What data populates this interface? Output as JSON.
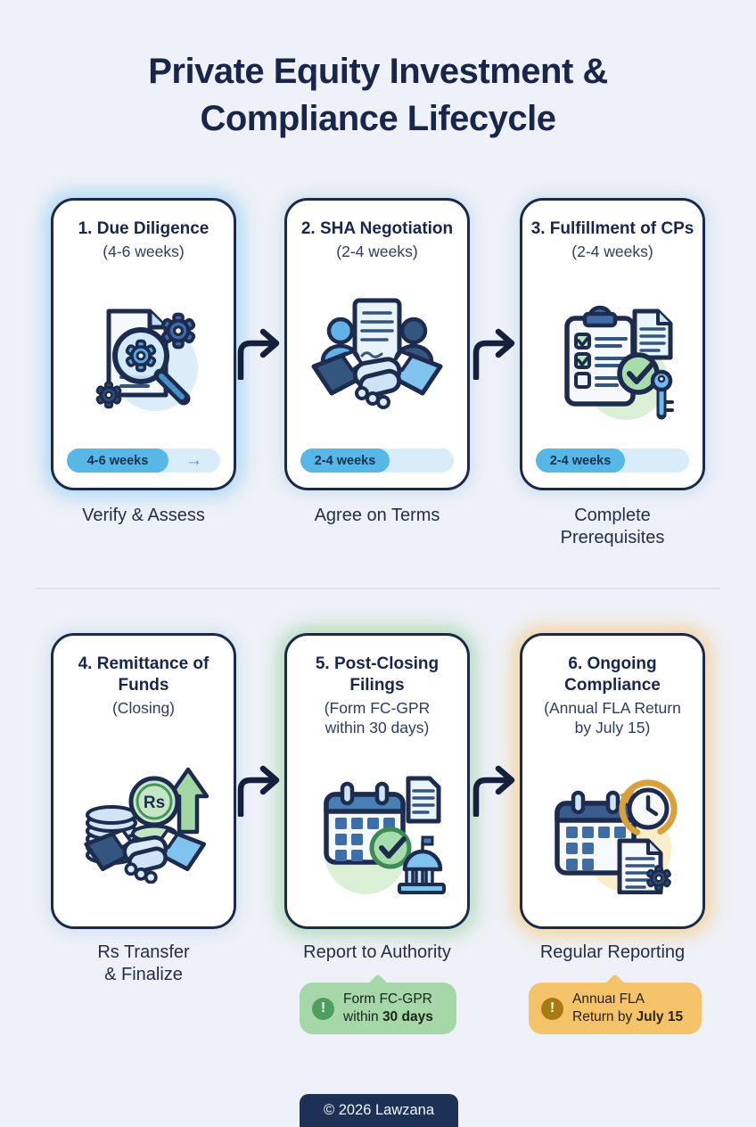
{
  "page": {
    "title": "Private Equity Investment &\nCompliance Lifecycle",
    "footer": "© 2026 Lawzana"
  },
  "colors": {
    "background": "#eef1f7",
    "navy_text": "#18264b",
    "card_border": "#1b2a4a",
    "pill_blue": "#57b8e8",
    "pill_track": "#d9ecf9",
    "green_bubble": "#a6d7a9",
    "green_accent": "#4e9e5e",
    "orange_bubble": "#f5c369",
    "orange_accent": "#a87b10",
    "footer_navy": "#1d3157"
  },
  "steps": [
    {
      "title": "1. Due Diligence",
      "subtitle": "(4-6 weeks)",
      "icon": "document-magnifier-gears-icon",
      "duration": "4-6 weeks",
      "pill_arrow": "→",
      "caption": "Verify & Assess"
    },
    {
      "title": "2. SHA Negotiation",
      "subtitle": "(2-4 weeks)",
      "icon": "handshake-agreement-icon",
      "duration": "2-4 weeks",
      "caption": "Agree on Terms"
    },
    {
      "title": "3. Fulfillment of CPs",
      "subtitle": "(2-4 weeks)",
      "icon": "clipboard-checklist-key-icon",
      "duration": "2-4 weeks",
      "caption": "Complete\nPrerequisites"
    },
    {
      "title": "4. Remittance of\nFunds",
      "subtitle": "(Closing)",
      "icon": "funds-transfer-handshake-icon",
      "caption": "Rs Transfer\n& Finalize"
    },
    {
      "title": "5. Post-Closing\nFilings",
      "subtitle": "(Form FC-GPR\nwithin 30 days)",
      "icon": "calendar-filing-government-icon",
      "caption": "Report to Authority"
    },
    {
      "title": "6. Ongoing\nCompliance",
      "subtitle": "(Annual FLA Return\nby July 15)",
      "icon": "calendar-clock-report-icon",
      "caption": "Regular Reporting"
    }
  ],
  "callouts": [
    {
      "alert_glyph": "!",
      "line1": "Form FC-GPR",
      "line2": "within ",
      "line2_bold": "30 days"
    },
    {
      "alert_glyph": "!",
      "line1": "Annual FLA",
      "line2": "Return by ",
      "line2_bold": "July 15"
    }
  ],
  "icon_labels": {
    "rs_symbol": "Rs"
  }
}
